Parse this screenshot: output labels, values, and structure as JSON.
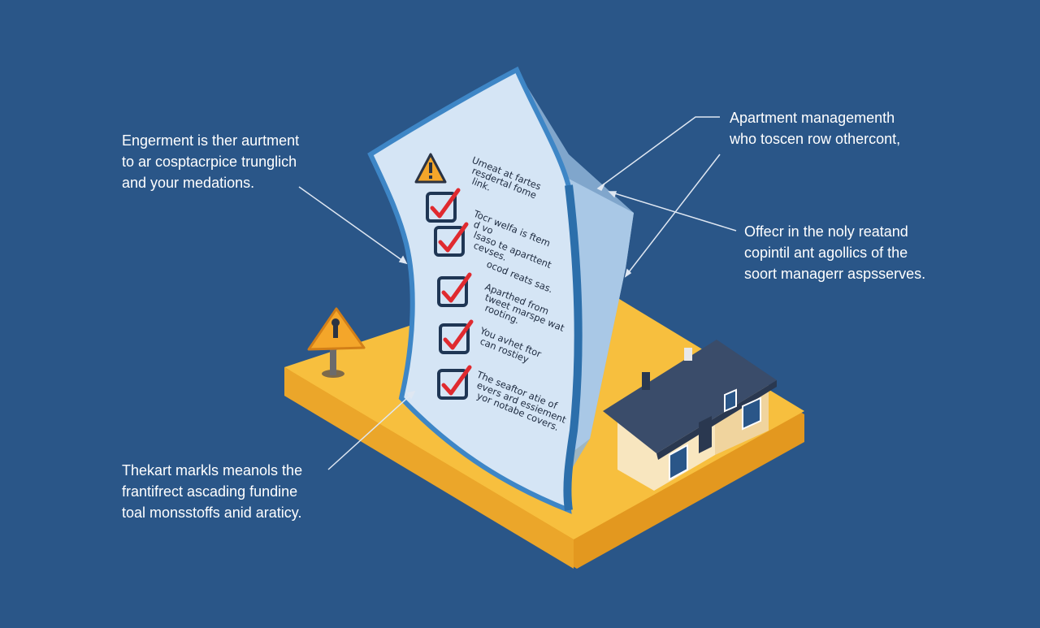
{
  "callouts": {
    "top_left": [
      "Engerment is ther aurtment",
      "to ar cosptacrpice trunglich",
      "and your medations."
    ],
    "bottom_left": [
      "Thekart markls meanols the",
      "frantifrect ascading fundine",
      "toal monsstoffs anid araticy."
    ],
    "top_right": [
      "Apartment managementh",
      "who toscen row othercont,"
    ],
    "mid_right": [
      "Offecr in the noly reatand",
      "copintil ant agollics of the",
      "soort managerr aspsserves."
    ]
  },
  "checklist": {
    "items": [
      [
        "Umeat at fartes",
        "resdertal fome",
        "link."
      ],
      [
        "Tocr welfa is ftem",
        "d vo",
        "lsaso te aparttent",
        "cevses."
      ],
      [
        "ocod reats sas."
      ],
      [
        "Aparthed from",
        "tweet marspe wat",
        "rooting."
      ],
      [
        "You avhet ftor",
        "can rostiey"
      ],
      [
        "The seaftor atie of",
        "evers ard essiement",
        "yor notabe covers."
      ]
    ]
  },
  "colors": {
    "background": "#2a5688",
    "platform": "#f7bf3e",
    "paper": "#cfe0f2",
    "paper_edge": "#3e86c6",
    "check_mark": "#e02a2f",
    "warning": "#f4a62a",
    "house_wall": "#f8e6bf",
    "house_roof": "#3a4c6a"
  },
  "icons": [
    "warning-triangle-icon",
    "checkbox-checked-icon",
    "warning-sign-icon",
    "house-icon"
  ]
}
